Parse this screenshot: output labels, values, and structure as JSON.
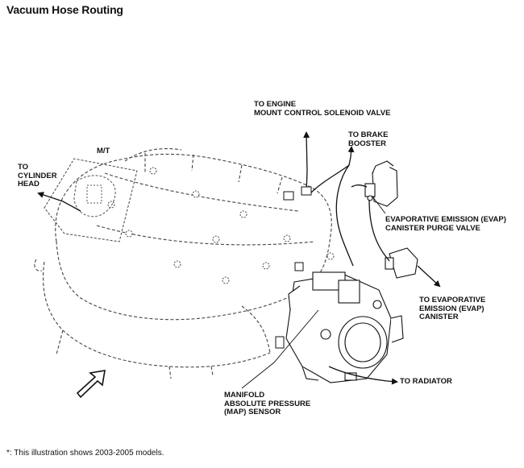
{
  "title": "Vacuum Hose Routing",
  "labels": {
    "mt": "M/T",
    "cylinder_head": [
      "To",
      "CYLINDER",
      "HEAD"
    ],
    "engine_mount": [
      "To ENGINE",
      "MOUNT CONTROL SOLENOID VALVE"
    ],
    "brake_booster": [
      "To BRAKE",
      "BOOSTER"
    ],
    "evap_purge_valve": [
      "EVAPORATIVE EMISSION (EVAP)",
      "CANISTER PURGE VALVE"
    ],
    "evap_canister": [
      "To EVAPORATIVE",
      "EMISSION (EVAP)",
      "CANISTER"
    ],
    "radiator": "To RADIATOR",
    "map_sensor": [
      "MANIFOLD",
      "ABSOLUTE PRESSURE",
      "(MAP) SENSOR"
    ]
  },
  "footnote": "*: This illustration shows 2003-2005 models.",
  "icons": {
    "direction_arrow": "front-direction-arrow-icon"
  },
  "colors": {
    "line": "#111111",
    "background": "#ffffff"
  }
}
